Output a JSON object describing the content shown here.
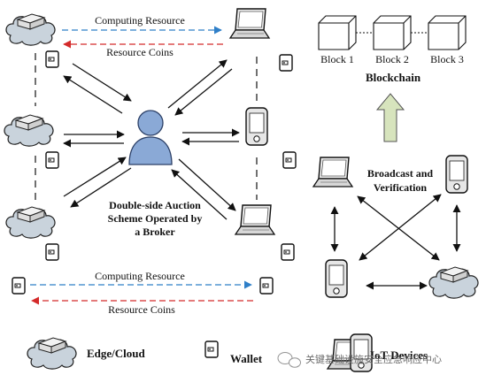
{
  "flow_top": {
    "computing": "Computing Resource",
    "coins": "Resource Coins"
  },
  "flow_bottom": {
    "computing": "Computing Resource",
    "coins": "Resource Coins"
  },
  "broker": {
    "line1": "Double-side Auction",
    "line2": "Scheme Operated by",
    "line3": "a Broker"
  },
  "blockchain": {
    "title": "Blockchain",
    "blocks": [
      "Block 1",
      "Block 2",
      "Block 3"
    ]
  },
  "p2p": {
    "line1": "Broadcast and",
    "line2": "Verification"
  },
  "legend": {
    "edge_cloud": "Edge/Cloud",
    "wallet": "Wallet",
    "iot_devices": "IoT Devices"
  },
  "watermark": {
    "text": "关键基础设施安全应急响应中心"
  },
  "colors": {
    "computing_arrow": "#2f7fc8",
    "coins_arrow": "#d42a2a",
    "cloud": "#c9d3dc",
    "person": "#8aa9d6",
    "up_arrow": "#d7e4bd"
  }
}
